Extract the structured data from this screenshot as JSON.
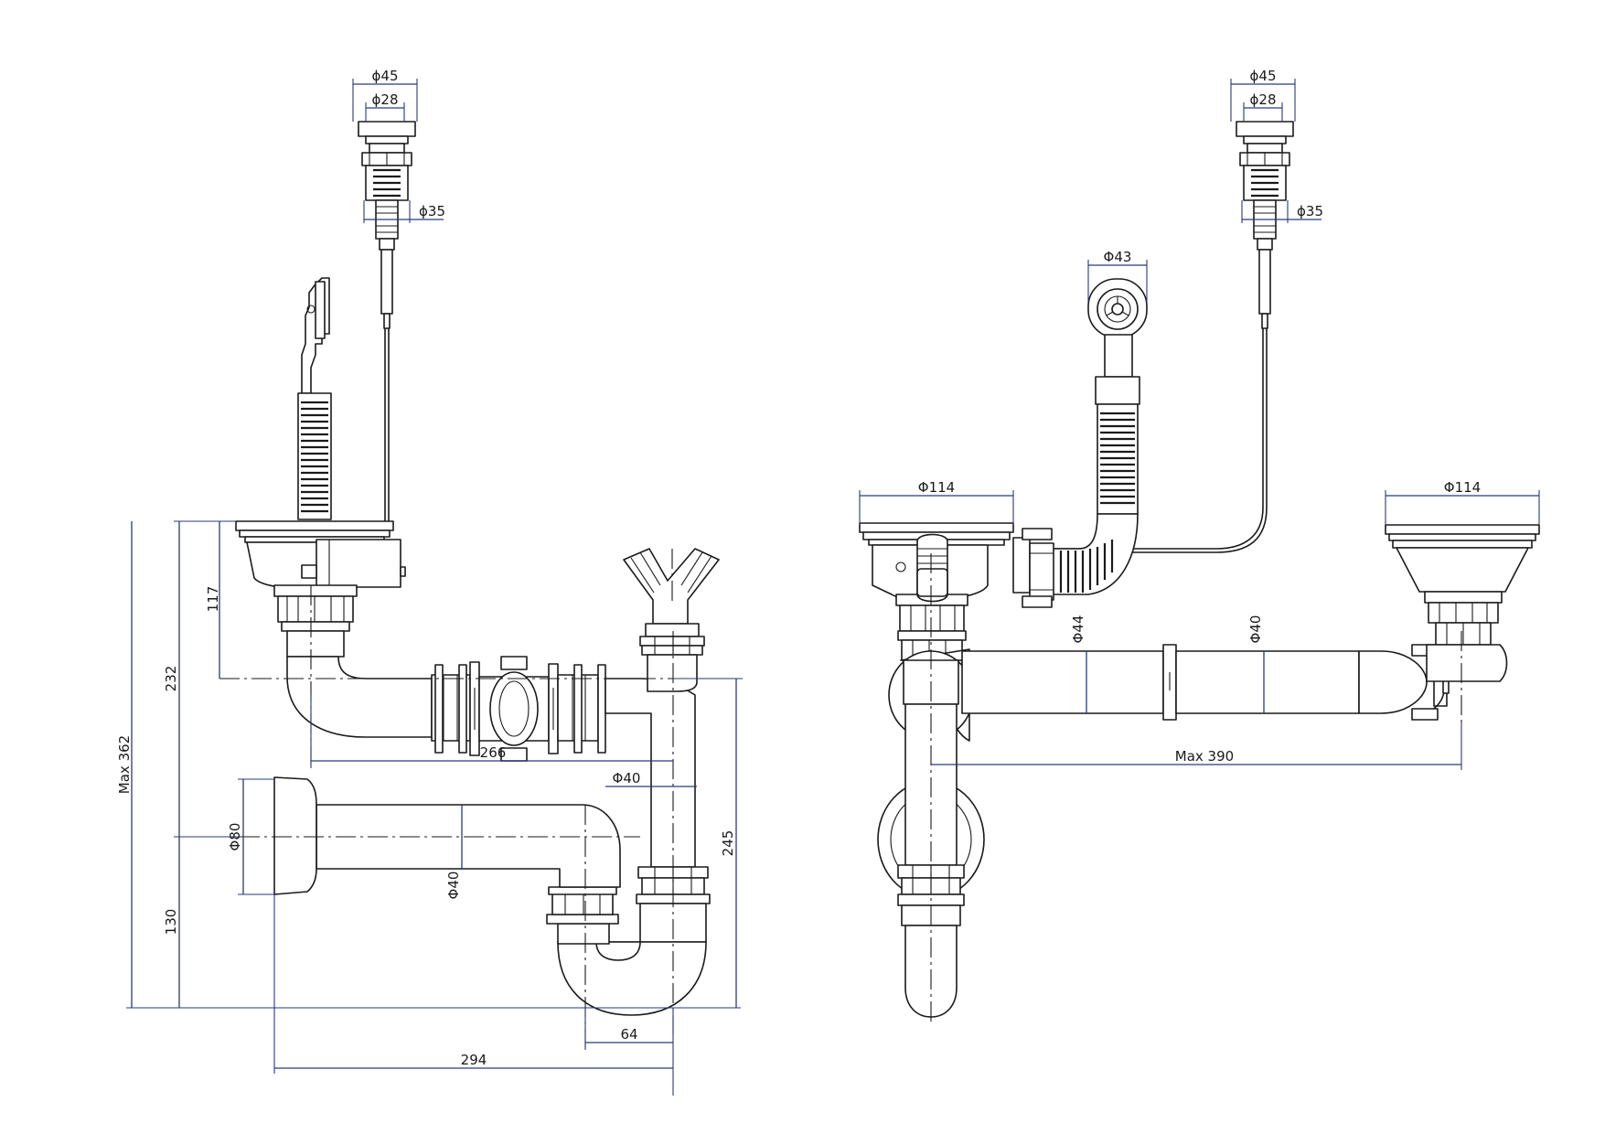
{
  "left_view": {
    "dimensions": {
      "overflow_cap_outer": "ϕ45",
      "overflow_cap_inner": "ϕ28",
      "overflow_thread": "ϕ35",
      "drain_height": "117",
      "drain_to_outlet": "232",
      "max_height": "Max 362",
      "outlet_height": "130",
      "trap_width": "266",
      "trap_pipe": "Φ40",
      "trap_height": "245",
      "wall_flange": "Φ80",
      "wall_pipe": "Φ40",
      "bend_offset": "64",
      "total_width": "294"
    }
  },
  "right_view": {
    "dimensions": {
      "overflow_cap_outer": "ϕ45",
      "overflow_cap_inner": "ϕ28",
      "overflow_thread": "ϕ35",
      "overflow_head": "Φ43",
      "basket_left": "Φ114",
      "basket_right": "Φ114",
      "connector_pipe_left": "Φ44",
      "connector_pipe_right": "Φ40",
      "max_spacing": "Max 390"
    }
  }
}
